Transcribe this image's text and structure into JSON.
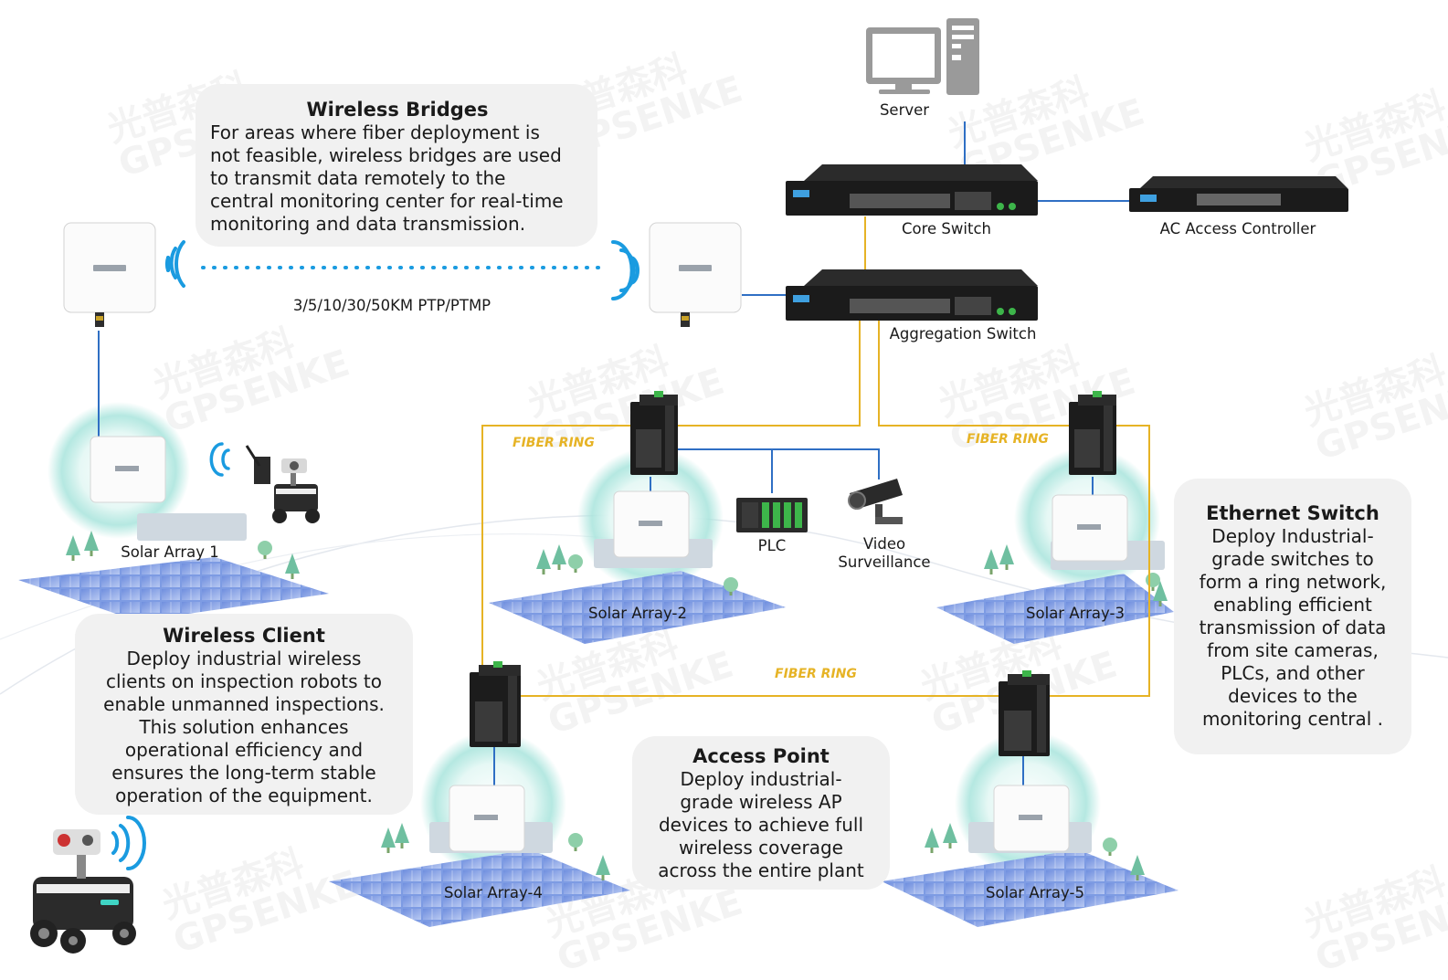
{
  "bridges_card": {
    "title": "Wireless Bridges",
    "body": [
      "For areas where fiber deployment is",
      "not feasible, wireless bridges are used",
      "to transmit data remotely to the",
      "central monitoring center for real-time",
      "monitoring and data transmission."
    ]
  },
  "client_card": {
    "title": "Wireless Client",
    "body": [
      "Deploy industrial wireless",
      "clients on inspection robots to",
      "enable unmanned inspections.",
      "This solution enhances",
      "operational efficiency and",
      "ensures the long-term stable",
      "operation of the equipment."
    ]
  },
  "ap_card": {
    "title": "Access Point",
    "body": [
      "Deploy industrial-",
      "grade wireless AP",
      "devices to achieve full",
      "wireless coverage",
      "across the entire plant"
    ]
  },
  "switch_card": {
    "title": "Ethernet Switch",
    "body": [
      "Deploy Industrial-",
      "grade switches  to",
      "form a ring network,",
      "enabling efficient",
      "transmission of data",
      "from site cameras,",
      "PLCs, and other",
      "devices to the",
      "monitoring central ."
    ]
  },
  "labels": {
    "server": "Server",
    "core_switch": "Core Switch",
    "ac_controller": "AC Access Controller",
    "aggregation_switch": "Aggregation Switch",
    "bridge_link": "3/5/10/30/50KM PTP/PTMP",
    "plc": "PLC",
    "video": [
      "Video",
      "Surveillance"
    ],
    "solar1": "Solar Array 1",
    "solar2": "Solar Array-2",
    "solar3": "Solar Array-3",
    "solar4": "Solar Array-4",
    "solar5": "Solar Array-5",
    "fiber_ring_1": "FIBER RING",
    "fiber_ring_2": "FIBER RING",
    "fiber_ring_3": "FIBER RING"
  },
  "watermark": {
    "cn": "光普森科",
    "en": "GPSENKE"
  },
  "colors": {
    "fiber": "#e6b325",
    "ethernet": "#2f6fc4",
    "wireless": "#1a9be0",
    "card_bg": "#f1f1f1",
    "glow": "#a8e4dc"
  }
}
